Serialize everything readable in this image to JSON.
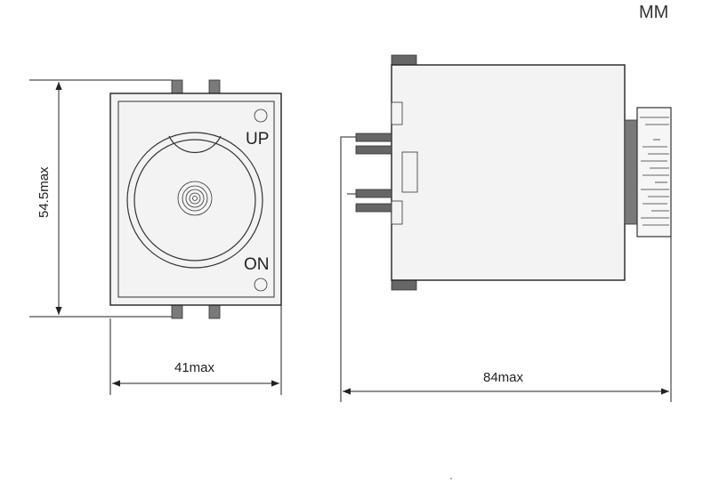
{
  "unit_label": "MM",
  "front_view": {
    "up_label": "UP",
    "on_label": "ON",
    "height_label": "54.5max",
    "width_label": "41max"
  },
  "side_view": {
    "depth_label": "84max"
  },
  "colors": {
    "line": "#222222",
    "pin": "#7a7a7a",
    "body": "#f3f3f3"
  }
}
